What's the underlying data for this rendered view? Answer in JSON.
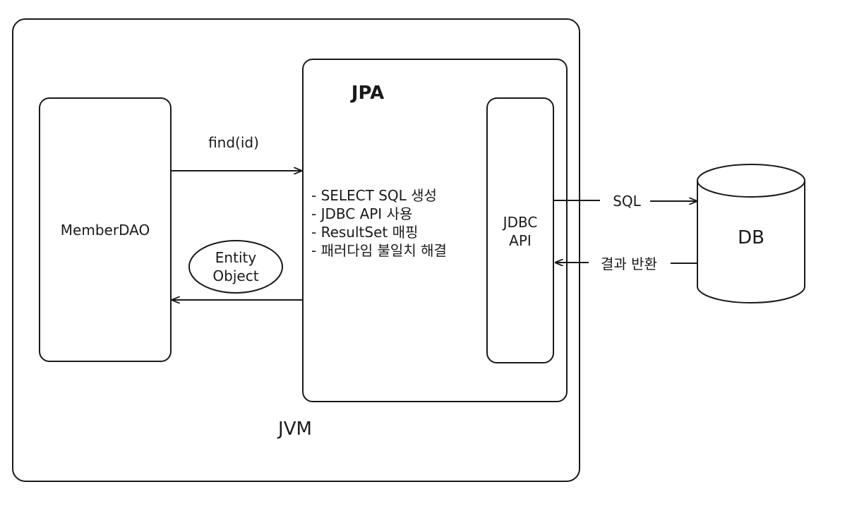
{
  "jvm": {
    "label": "JVM"
  },
  "jpa": {
    "title": "JPA",
    "features": [
      "- SELECT SQL 생성",
      "- JDBC API 사용",
      "- ResultSet 매핑",
      "- 패러다임 불일치 해결"
    ]
  },
  "jdbc_api": {
    "line1": "JDBC",
    "line2": "API"
  },
  "member_dao": {
    "label": "MemberDAO"
  },
  "entity_object": {
    "line1": "Entity",
    "line2": "Object"
  },
  "db": {
    "label": "DB"
  },
  "arrows": {
    "find": "find(id)",
    "sql": "SQL",
    "result": "결과 반환"
  },
  "colors": {
    "stroke": "#1a1a1a",
    "background": "#ffffff"
  }
}
